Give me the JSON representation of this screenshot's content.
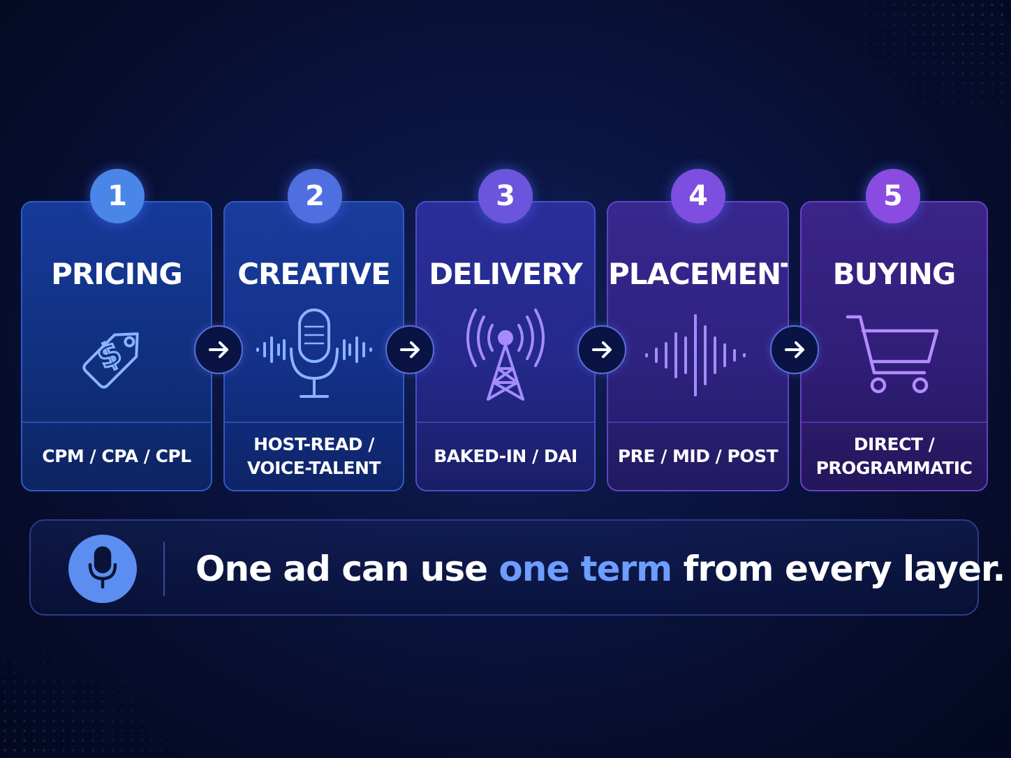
{
  "steps": [
    {
      "number": "1",
      "title": "PRICING",
      "icon": "price-tag-icon",
      "footer": [
        "CPM / CPA / CPL"
      ],
      "color": "#4a86e8"
    },
    {
      "number": "2",
      "title": "CREATIVE",
      "icon": "microphone-icon",
      "footer": [
        "HOST-READ /",
        "VOICE-TALENT"
      ],
      "color": "#4f6fe0"
    },
    {
      "number": "3",
      "title": "DELIVERY",
      "icon": "broadcast-tower-icon",
      "footer": [
        "BAKED-IN / DAI"
      ],
      "color": "#6a55dc"
    },
    {
      "number": "4",
      "title": "PLACEMENT",
      "icon": "sound-wave-icon",
      "footer": [
        "PRE / MID / POST"
      ],
      "color": "#7d4ee0"
    },
    {
      "number": "5",
      "title": "BUYING",
      "icon": "shopping-cart-icon",
      "footer": [
        "DIRECT /",
        "PROGRAMMATIC"
      ],
      "color": "#8a4ce0"
    }
  ],
  "banner": {
    "icon": "microphone-icon",
    "text_before": "One ad can use ",
    "text_highlight": "one term",
    "text_after": " from every layer.",
    "highlight_color": "#6d9dff"
  }
}
